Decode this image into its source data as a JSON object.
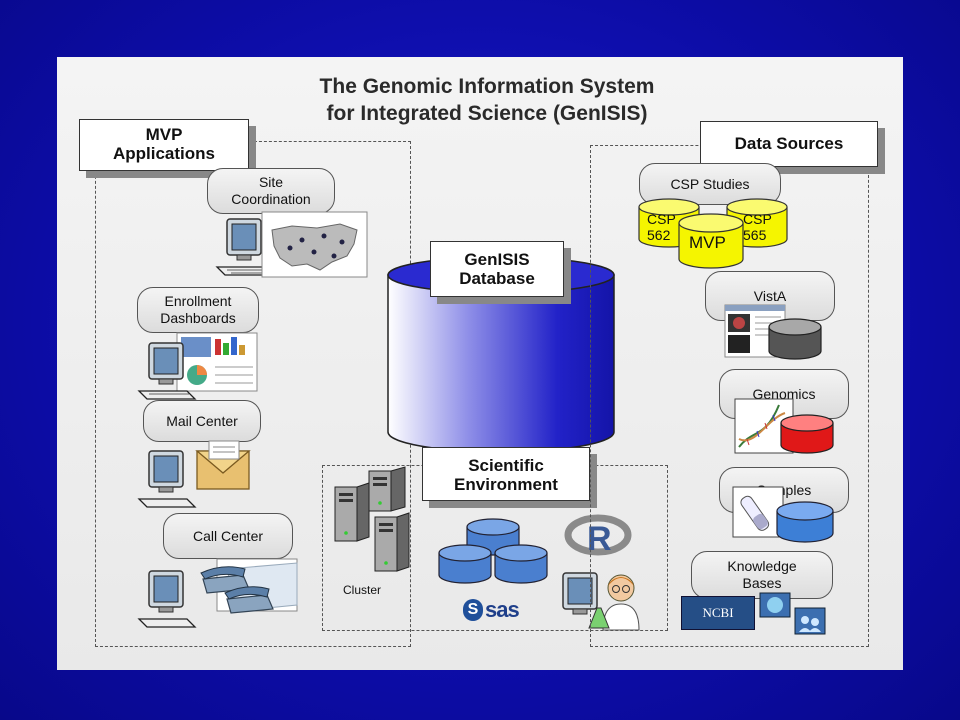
{
  "title": {
    "line1": "The Genomic Information System",
    "line2": "for Integrated Science (GenISIS)"
  },
  "database": {
    "label_line1": "GenISIS",
    "label_line2": "Database"
  },
  "mvp_applications": {
    "header_line1": "MVP",
    "header_line2": "Applications",
    "items": [
      {
        "line1": "Site",
        "line2": "Coordination",
        "icon": "usa-map-icon"
      },
      {
        "line1": "Enrollment",
        "line2": "Dashboards",
        "icon": "dashboard-icon"
      },
      {
        "line1": "Mail Center",
        "line2": "",
        "icon": "envelope-icon"
      },
      {
        "line1": "Call Center",
        "line2": "",
        "icon": "telephone-icon"
      }
    ]
  },
  "data_sources": {
    "header": "Data Sources",
    "csp": {
      "label": "CSP Studies",
      "cyl_left_line1": "CSP",
      "cyl_left_line2": "562",
      "cyl_right_line1": "CSP",
      "cyl_right_line2": "565",
      "cyl_center": "MVP"
    },
    "items": [
      {
        "line1": "VistA",
        "line2": ""
      },
      {
        "line1": "Genomics",
        "line2": ""
      },
      {
        "line1": "Samples",
        "line2": ""
      },
      {
        "line1": "Knowledge",
        "line2": "Bases"
      }
    ],
    "ncbi_logo": "NCBI"
  },
  "scientific_environment": {
    "header_line1": "Scientific",
    "header_line2": "Environment",
    "cluster_label": "Cluster",
    "r_logo": "R",
    "sas_logo": "sas"
  },
  "colors": {
    "background": "#0d0da8",
    "db_blue": "#2b2bd0",
    "csp_yellow": "#f5f500",
    "genomics_red": "#e01818",
    "samples_blue": "#3d7fd6",
    "vista_gray": "#555555"
  }
}
